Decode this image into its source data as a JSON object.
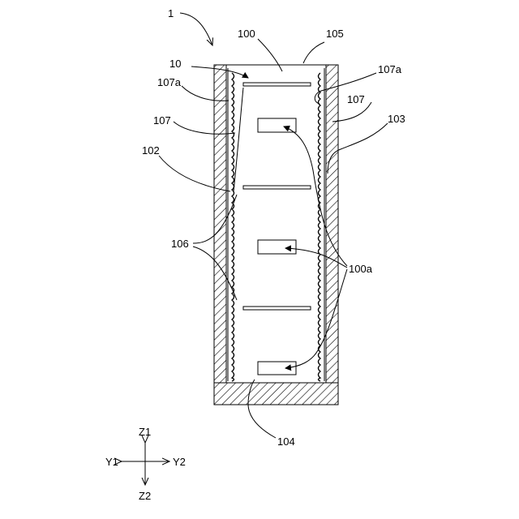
{
  "figure": {
    "labels": {
      "assembly": "1",
      "container": "100",
      "opening": "105",
      "stack": "10",
      "seal_left": "107a",
      "seal_right": "107a",
      "wave_left": "107",
      "wave_right": "107",
      "wall_left": "102",
      "wall_right": "103",
      "bumps": "106",
      "inner_face": "100a",
      "bottom": "104"
    },
    "axes": {
      "up": "Z1",
      "down": "Z2",
      "left": "Y1",
      "right": "Y2"
    }
  }
}
